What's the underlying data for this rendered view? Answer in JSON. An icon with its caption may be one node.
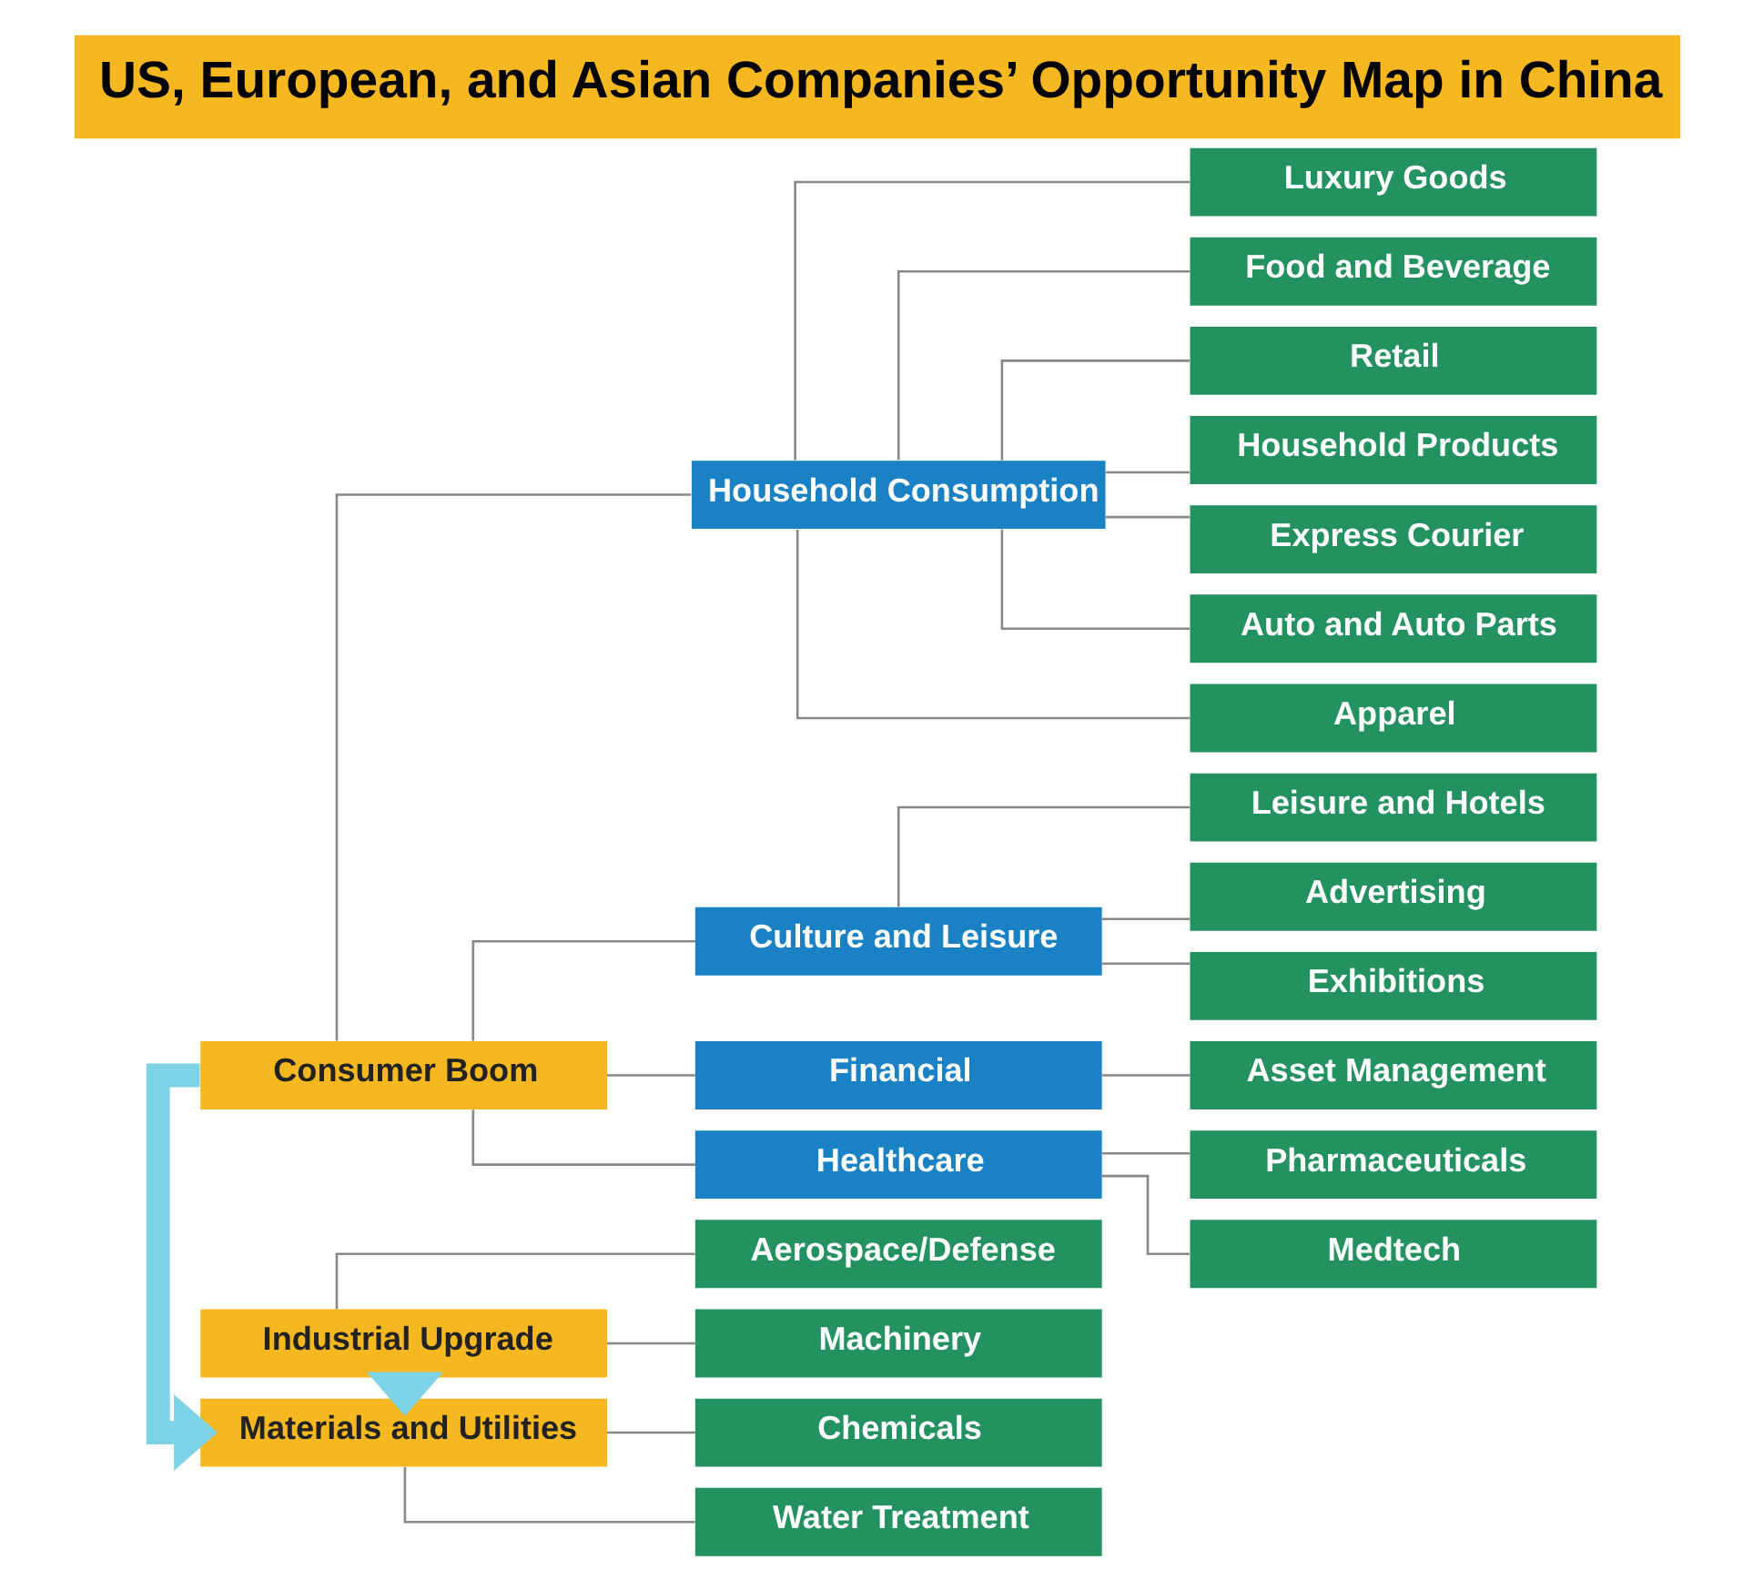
{
  "diagram": {
    "title": "US, European, and Asian Companies’ Opportunity Map in China",
    "nodes": [
      {
        "text": [
          "Consumer Boom"
        ]
      },
      {
        "text": [
          "Household Consumption"
        ]
      },
      {
        "text": [
          "Apparel"
        ]
      },
      {
        "text": [
          "Luxury Goods"
        ]
      },
      {
        "text": [
          "Food and Beverage"
        ]
      },
      {
        "text": [
          "Retail"
        ]
      },
      {
        "text": [
          "Household Products"
        ]
      },
      {
        "text": [
          "Express Courier"
        ]
      },
      {
        "text": [
          "Auto and Auto Parts"
        ]
      },
      {
        "text": [
          "Culture and Leisure"
        ]
      },
      {
        "text": [
          "Advertising"
        ]
      },
      {
        "text": [
          "Exhibitions"
        ]
      },
      {
        "text": [
          "Leisure and Hotels"
        ]
      },
      {
        "text": [
          "Financial"
        ]
      },
      {
        "text": [
          "Asset Management"
        ]
      },
      {
        "text": [
          "Healthcare"
        ]
      },
      {
        "text": [
          "Medtech"
        ]
      },
      {
        "text": [
          "Pharmaceuticals"
        ]
      },
      {
        "text": [
          "Materials and Utilities"
        ]
      },
      {
        "text": [
          "Chemicals"
        ]
      },
      {
        "text": [
          "Water Treatment"
        ]
      },
      {
        "text": [
          "Industrial Upgrade"
        ]
      },
      {
        "text": [
          "Aerospace/Defense"
        ]
      },
      {
        "text": [
          "Machinery"
        ]
      }
    ],
    "edges": [
      {
        "from": 0,
        "to": 1,
        "arrow": "none"
      },
      {
        "from": 1,
        "to": 2,
        "arrow": "none"
      },
      {
        "from": 1,
        "to": 3,
        "arrow": "none"
      },
      {
        "from": 1,
        "to": 4,
        "arrow": "none"
      },
      {
        "from": 1,
        "to": 5,
        "arrow": "none"
      },
      {
        "from": 1,
        "to": 6,
        "arrow": "none"
      },
      {
        "from": 1,
        "to": 7,
        "arrow": "none"
      },
      {
        "from": 1,
        "to": 8,
        "arrow": "none"
      },
      {
        "from": 0,
        "to": 9,
        "arrow": "none"
      },
      {
        "from": 9,
        "to": 10,
        "arrow": "none"
      },
      {
        "from": 9,
        "to": 11,
        "arrow": "none"
      },
      {
        "from": 9,
        "to": 12,
        "arrow": "none"
      },
      {
        "from": 0,
        "to": 13,
        "arrow": "none"
      },
      {
        "from": 13,
        "to": 14,
        "arrow": "none"
      },
      {
        "from": 0,
        "to": 15,
        "arrow": "none"
      },
      {
        "from": 15,
        "to": 16,
        "arrow": "none"
      },
      {
        "from": 15,
        "to": 17,
        "arrow": "none"
      },
      {
        "from": 18,
        "to": 19,
        "arrow": "none"
      },
      {
        "from": 18,
        "to": 20,
        "arrow": "none"
      },
      {
        "from": 21,
        "to": 22,
        "arrow": "none"
      },
      {
        "from": 21,
        "to": 23,
        "arrow": "none"
      },
      {
        "from": 0,
        "to": 18,
        "arrow": "to",
        "style": "thick",
        "color": "#7fd3e6"
      },
      {
        "from": 21,
        "to": 18,
        "arrow": "to",
        "style": "thick",
        "color": "#7fd3e6"
      }
    ]
  }
}
